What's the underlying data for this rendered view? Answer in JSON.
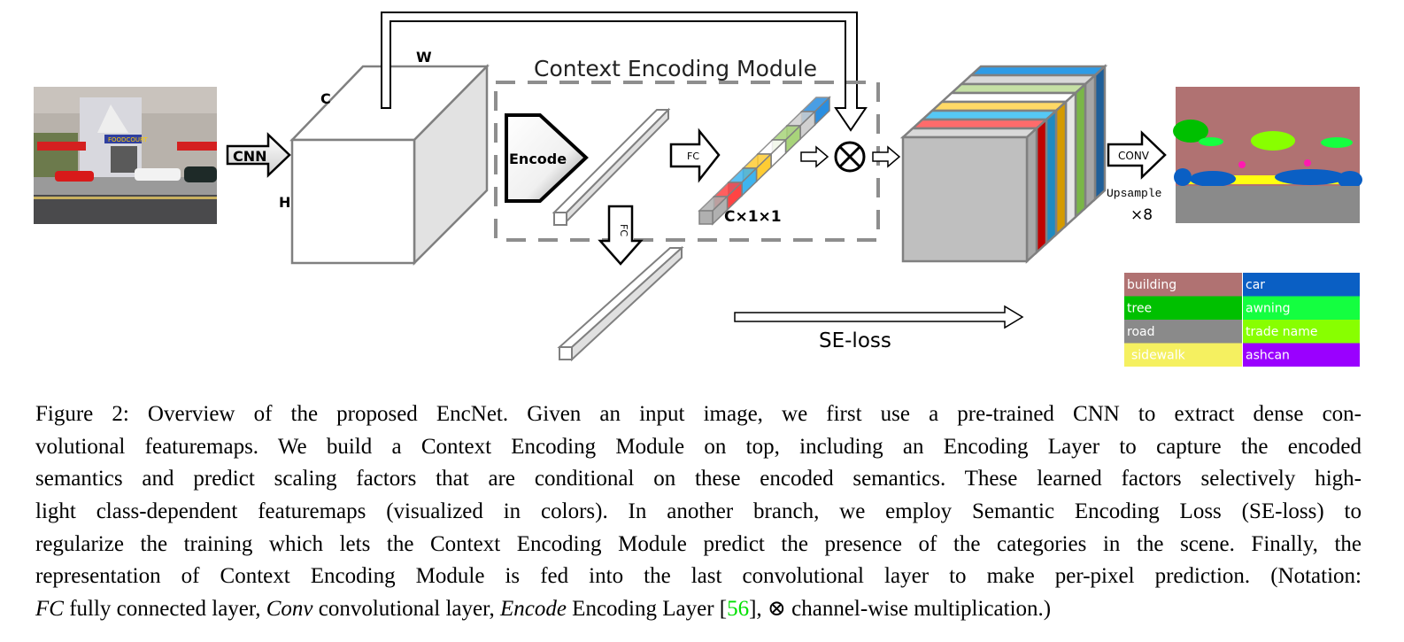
{
  "figure": {
    "cnn_label": "CNN",
    "cube_labels": {
      "w": "W",
      "c": "C",
      "h": "H"
    },
    "module_title": "Context Encoding Module",
    "encode_label": "Encode",
    "fc_label": "FC",
    "fc_down_label": "FC",
    "vector_label": "C×1×1",
    "multiply_symbol": "⊗",
    "se_loss_label": "SE-loss",
    "conv_label": "CONV",
    "upsample_label": "Upsample",
    "upsample_factor": "×8",
    "signage_text": "FOODCOURT",
    "feature_slices": [
      {
        "top": "#ff6b6b",
        "side": "#c00000"
      },
      {
        "top": "#56c8f5",
        "side": "#1f8ac0"
      },
      {
        "top": "#ffd966",
        "side": "#d49a00"
      },
      {
        "top": "#ffffff",
        "side": "#e6e6e6"
      },
      {
        "top": "#c5e0a5",
        "side": "#7ab648"
      },
      {
        "top": "#d9d9d9",
        "side": "#a6a6a6"
      },
      {
        "top": "#2e9be6",
        "side": "#1f5f99"
      }
    ],
    "vector_cells": [
      "#b0b0b0",
      "#ff4444",
      "#3fb4ee",
      "#ffcc33",
      "#ffffff",
      "#a8d47a",
      "#d0d0d0",
      "#2a8ee0"
    ]
  },
  "legend": [
    {
      "label": "building",
      "color": "#b07272",
      "text_color": "#ffffff"
    },
    {
      "label": "car",
      "color": "#0a5fc4",
      "text_color": "#ffffff"
    },
    {
      "label": "tree",
      "color": "#00c000",
      "text_color": "#ffffff"
    },
    {
      "label": "awning",
      "color": "#14ff40",
      "text_color": "#ffffff"
    },
    {
      "label": "road",
      "color": "#8a8a8a",
      "text_color": "#ffffff"
    },
    {
      "label": "trade name",
      "color": "#88ff00",
      "text_color": "#ffffff"
    },
    {
      "label": "sidewalk",
      "color": "#f5f060",
      "text_color": "#ffffff"
    },
    {
      "label": "ashcan",
      "color": "#9a00ff",
      "text_color": "#ffffff"
    }
  ],
  "caption": {
    "lines": [
      "Figure 2: Overview of the proposed EncNet. Given an input image, we first use a pre-trained CNN to extract dense con-",
      "volutional featuremaps. We build a Context Encoding Module on top, including an Encoding Layer to capture the encoded",
      "semantics and predict scaling factors that are conditional on these encoded semantics. These learned factors selectively high-",
      "light class-dependent featuremaps (visualized in colors). In another branch, we employ Semantic Encoding Loss (SE-loss) to",
      "regularize the training which lets the Context Encoding Module predict the presence of the categories in the scene. Finally, the",
      "representation of Context Encoding Module is fed into the last convolutional layer to make per-pixel prediction. (Notation:"
    ],
    "last_line": {
      "fc": "FC",
      "fc_desc": " fully connected layer, ",
      "conv": "Conv",
      "conv_desc": " convolutional layer, ",
      "encode": "Encode",
      "encode_desc": " Encoding Layer [",
      "citation": "56",
      "after_citation": "], ⊗ channel-wise multiplication.)"
    },
    "citation_color": "#00e000"
  }
}
